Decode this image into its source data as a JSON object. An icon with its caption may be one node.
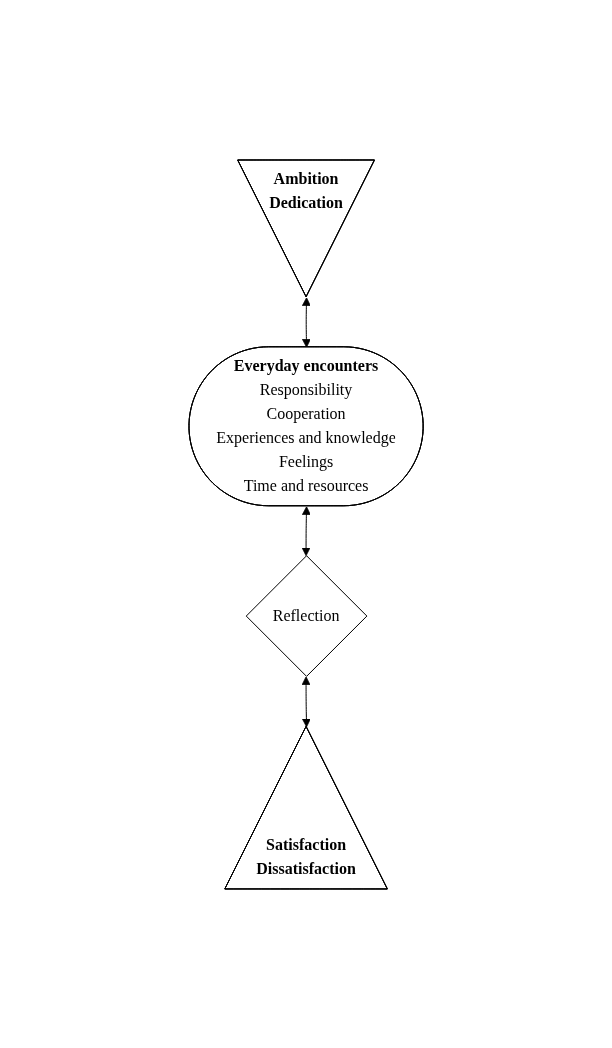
{
  "diagram": {
    "nodes": [
      {
        "text": [
          "Ambition",
          "Dedication"
        ]
      },
      {
        "text": [
          "Everyday encounters",
          "Responsibility",
          "Cooperation",
          "Experiences and knowledge",
          "Feelings",
          "Time and resources"
        ]
      },
      {
        "text": [
          "Reflection"
        ]
      },
      {
        "text": [
          "Satisfaction",
          "Dissatisfaction"
        ]
      }
    ],
    "edges": [
      {
        "from": 0,
        "to": 1,
        "arrow": "both"
      },
      {
        "from": 1,
        "to": 2,
        "arrow": "both"
      },
      {
        "from": 2,
        "to": 3,
        "arrow": "both"
      }
    ]
  }
}
